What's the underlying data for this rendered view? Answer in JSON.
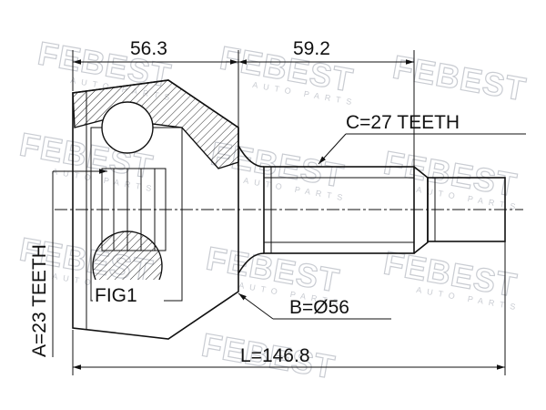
{
  "watermark": {
    "brand": "FEBEST",
    "sub": "AUTO PARTS"
  },
  "dimensions": {
    "d1": "56.3",
    "d2": "59.2",
    "c_teeth": "C=27 TEETH",
    "b_diam": "B=Ø56",
    "a_teeth": "A=23 TEETH",
    "length": "L=146.8"
  },
  "labels": {
    "fig": "FIG1"
  }
}
